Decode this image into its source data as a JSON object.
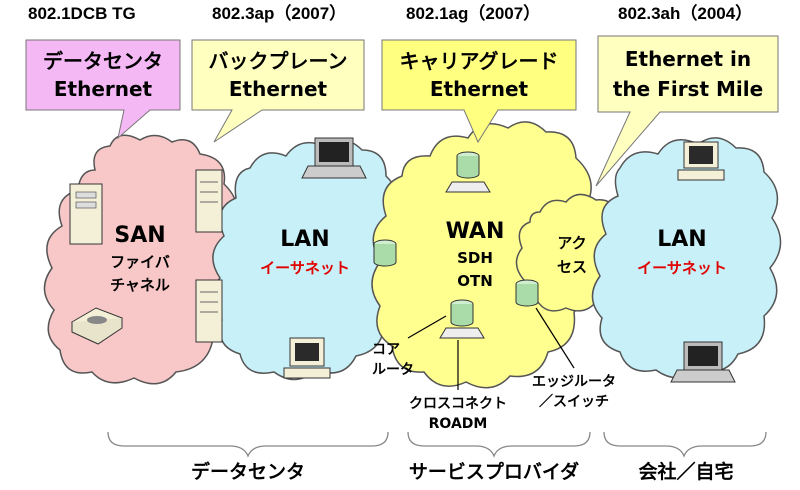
{
  "standards": {
    "dcb": "802.1DCB TG",
    "backplane": "802.3ap（2007）",
    "carrier": "802.1ag（2007）",
    "efm": "802.3ah（2004）"
  },
  "callouts": {
    "datacenter": {
      "line1": "データセンタ",
      "line2": "Ethernet",
      "color": "#f4b8f4"
    },
    "backplane": {
      "line1": "バックプレーン",
      "line2": "Ethernet",
      "color": "#ffffc0"
    },
    "carrier": {
      "line1": "キャリアグレード",
      "line2": "Ethernet",
      "color": "#ffff80"
    },
    "efm": {
      "line1": "Ethernet in",
      "line2": "the First Mile",
      "color": "#ffffc0"
    }
  },
  "clouds": {
    "san": {
      "title": "SAN",
      "line1": "ファイバ",
      "line2": "チャネル",
      "color": "#f8c8c8"
    },
    "lan1": {
      "title": "LAN",
      "subtitle": "イーサネット",
      "color": "#c8f0f8"
    },
    "wan": {
      "title": "WAN",
      "line1": "SDH",
      "line2": "OTN",
      "color": "#ffff90"
    },
    "access": {
      "line1": "アク",
      "line2": "セス",
      "color": "#ffff90"
    },
    "lan2": {
      "title": "LAN",
      "subtitle": "イーサネット",
      "color": "#c8f0f8"
    }
  },
  "annotations": {
    "core_router": {
      "line1": "コア",
      "line2": "ルータ"
    },
    "crossconnect": {
      "line1": "クロスコネクト",
      "line2": "ROADM"
    },
    "edge_router": {
      "line1": "エッジルータ",
      "line2": "／スイッチ"
    }
  },
  "sections": {
    "datacenter": "データセンタ",
    "provider": "サービスプロバイダ",
    "home": "会社／自宅"
  },
  "icons": [
    "server-icon",
    "laptop-icon",
    "desktop-computer-icon",
    "disk-cylinder-icon",
    "router-icon",
    "printer-icon"
  ]
}
